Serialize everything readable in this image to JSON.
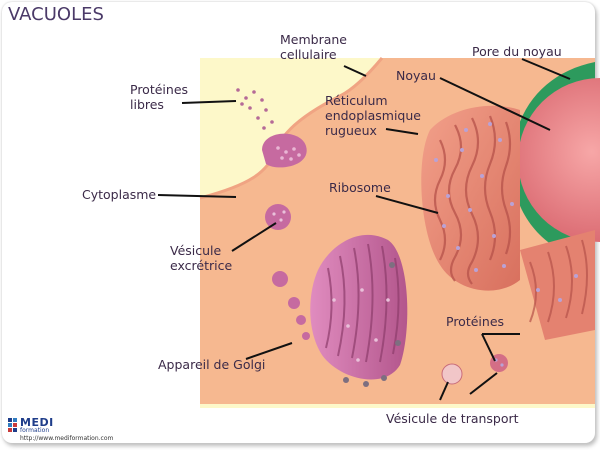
{
  "title": "VACUOLES",
  "labels": {
    "membrane": "Membrane\ncellulaire",
    "pore": "Pore du noyau",
    "free_proteins": "Protéines\nlibres",
    "nucleus": "Noyau",
    "rough_er": "Réticulum\nendoplasmique\nrugueux",
    "cytoplasm": "Cytoplasme",
    "ribosome": "Ribosome",
    "excretory_vesicle": "Vésicule\nexcrétrice",
    "golgi": "Appareil de Golgi",
    "proteins": "Protéines",
    "transport_vesicle": "Vésicule de transport"
  },
  "logo": {
    "word": "MEDI",
    "sub": "formation",
    "url": "http://www.mediformation.com"
  },
  "colors": {
    "outside": "#fdf8c9",
    "cytoplasm": "#f6b890",
    "organelle": "#e98a7a",
    "golgi": "#c66aa0",
    "nucleus": "#e8828a",
    "envelope": "#2d9a5d",
    "text": "#3b2a48"
  }
}
